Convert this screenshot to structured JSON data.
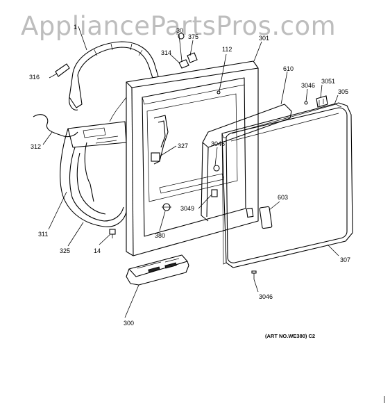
{
  "watermark": "AppliancePartsPros.com",
  "art_number": "(ART NO.WE380) C2",
  "part_labels": {
    "p1": "1",
    "p14": "14",
    "p112": "112",
    "p300": "300",
    "p301": "301",
    "p305": "305",
    "p307": "307",
    "p311": "311",
    "p312": "312",
    "p314": "314",
    "p316": "316",
    "p325": "325",
    "p327": "327",
    "p375": "375",
    "p380": "380",
    "p603": "603",
    "p610": "610",
    "p3046_top": "3046",
    "p3046_mid": "3046",
    "p3046_bot": "3046",
    "p3049": "3049",
    "p3051": "3051",
    "p30": "30"
  }
}
